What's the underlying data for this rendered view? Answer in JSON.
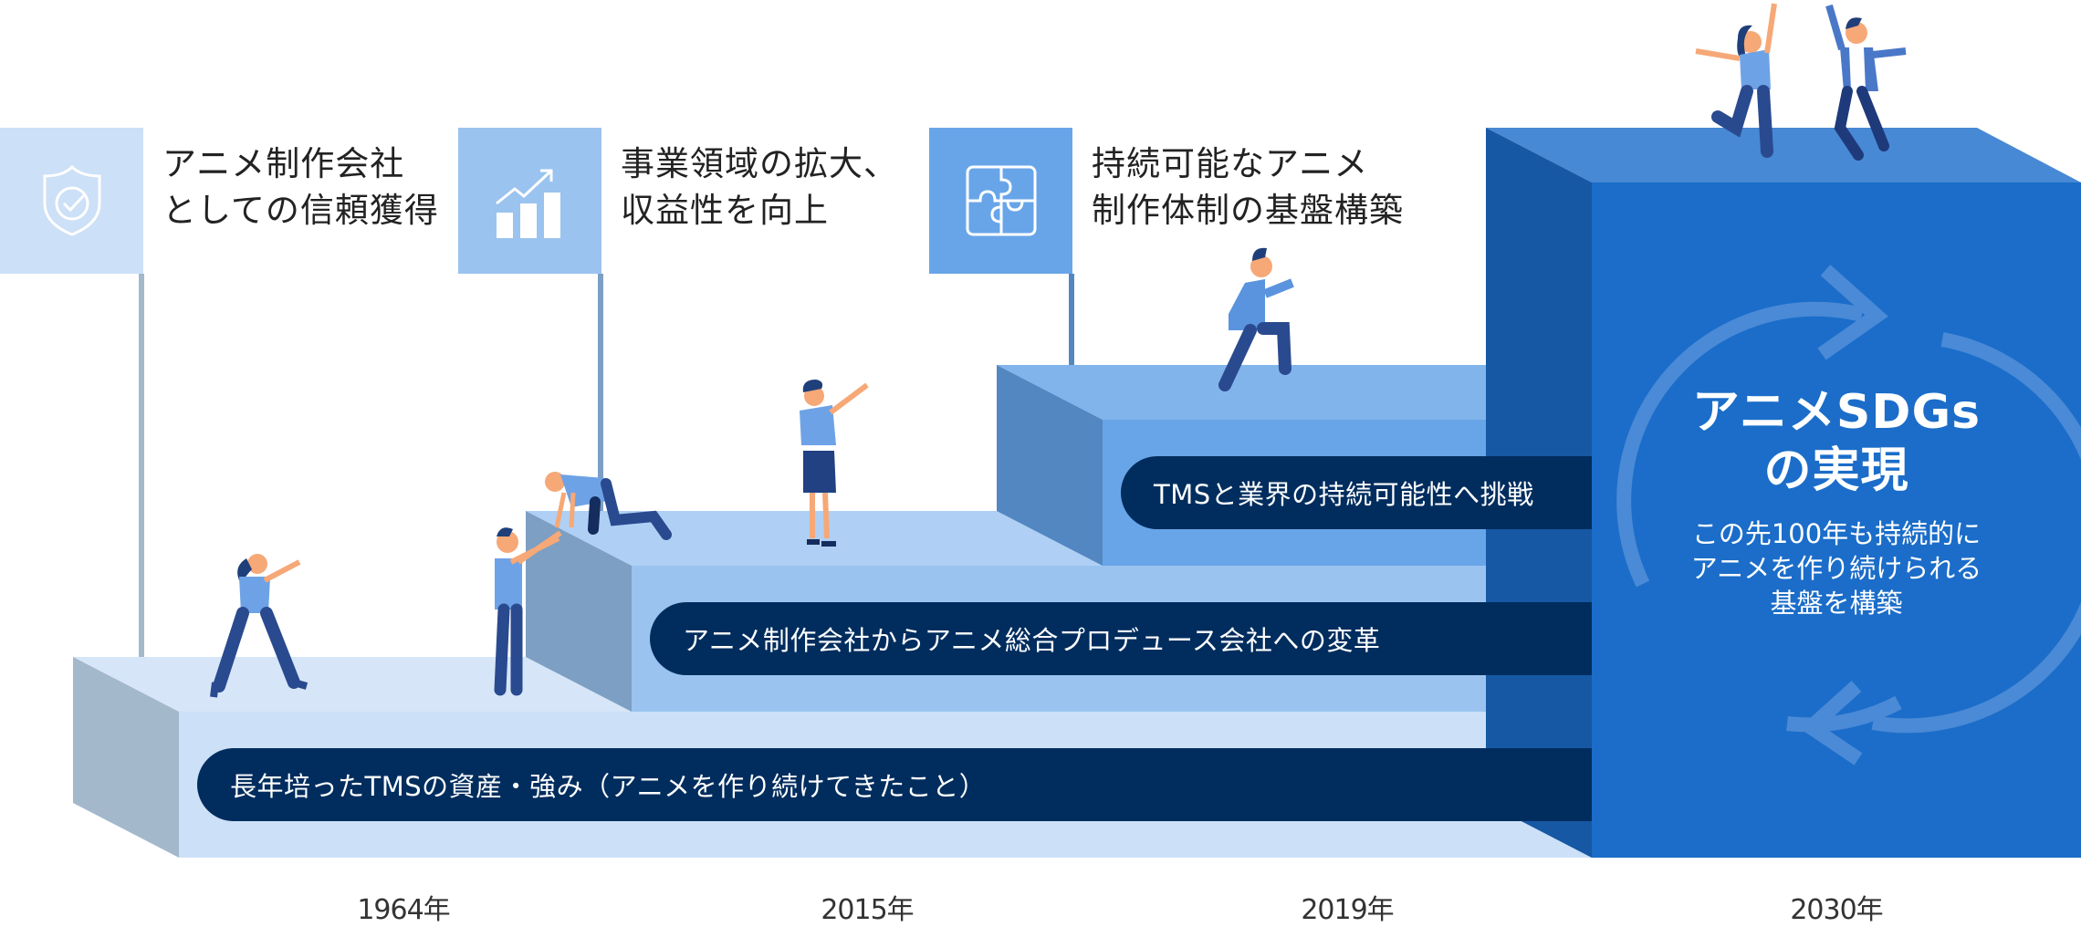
{
  "milestones": [
    {
      "icon": "shield-check-icon",
      "title_line1": "アニメ制作会社",
      "title_line2": "としての信頼獲得",
      "color": "#cce0f7"
    },
    {
      "icon": "growth-chart-icon",
      "title_line1": "事業領域の拡大、",
      "title_line2": "収益性を向上",
      "color": "#9ac3ef"
    },
    {
      "icon": "puzzle-icon",
      "title_line1": "持続可能なアニメ",
      "title_line2": "制作体制の基盤構築",
      "color": "#68a5e8"
    }
  ],
  "steps": [
    {
      "label": "長年培ったTMSの資産・強み（アニメを作り続けてきたこと）"
    },
    {
      "label": "アニメ制作会社からアニメ総合プロデュース会社への変革"
    },
    {
      "label": "TMSと業界の持続可能性へ挑戦"
    }
  ],
  "goal": {
    "title_line1": "アニメSDGs",
    "title_line2": "の実現",
    "sub_line1": "この先100年も持続的に",
    "sub_line2": "アニメを作り続けられる",
    "sub_line3": "基盤を構築"
  },
  "years": [
    "1964年",
    "2015年",
    "2019年",
    "2030年"
  ],
  "colors": {
    "step1_top": "#d6e6f8",
    "step1_side": "#a4b8cc",
    "step1_front": "#cce0f7",
    "step2_top": "#afd0f4",
    "step2_side": "#7d9fc3",
    "step2_front": "#9ac3ef",
    "step3_top": "#82b4ec",
    "step3_side": "#5387c2",
    "step3_front": "#68a5e8",
    "goal_top": "#4789d4",
    "goal_side": "#1658a3",
    "goal_front": "#1b6dc9",
    "pill": "#002d5e"
  }
}
